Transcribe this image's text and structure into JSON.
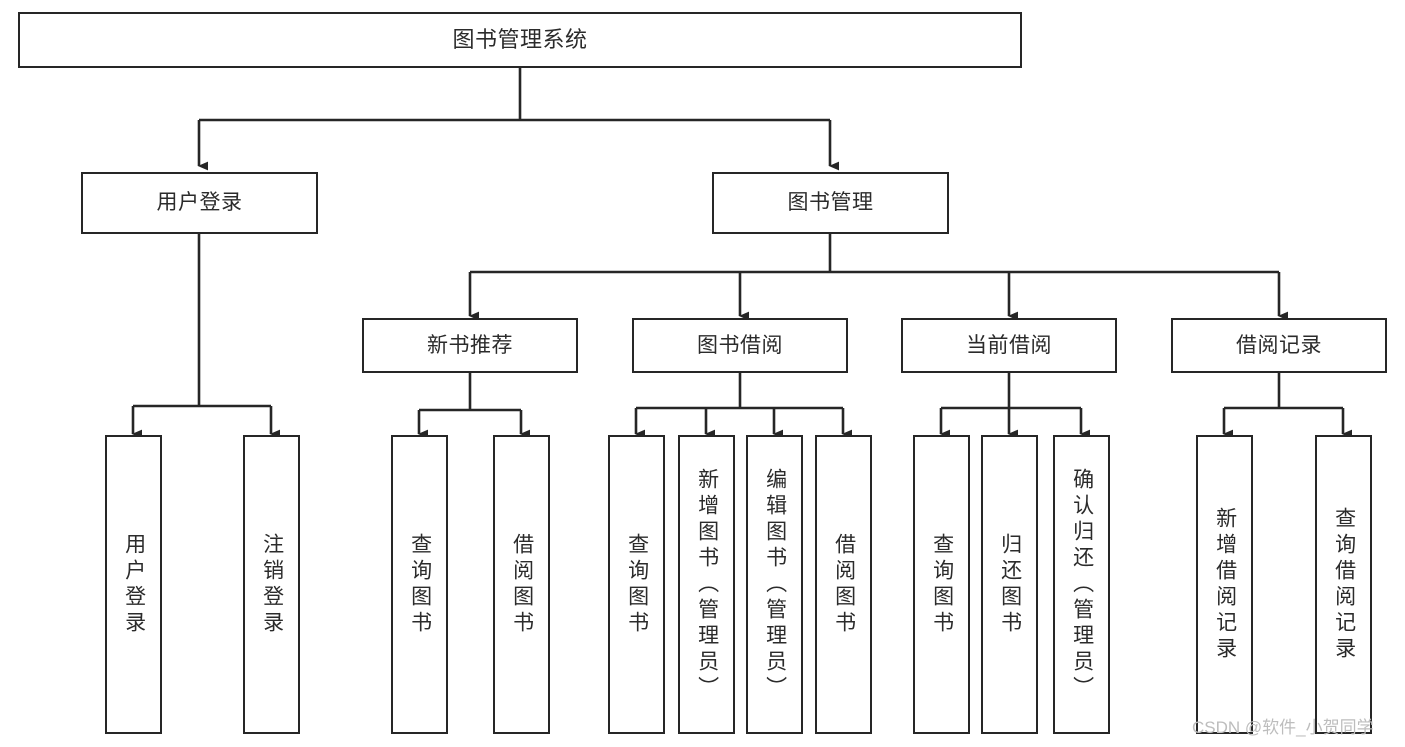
{
  "diagram": {
    "title": "图书管理系统",
    "watermark": "CSDN @软件_小贺同学",
    "colors": {
      "background": "#ffffff",
      "node_fill": "#ffffff",
      "node_border": "#262626",
      "edge": "#262626",
      "text": "#2b2b2b",
      "watermark": "#bdbdbd"
    },
    "nodes": {
      "root": {
        "label": "图书管理系统"
      },
      "level2": [
        {
          "id": "user-login",
          "label": "用户登录"
        },
        {
          "id": "book-manage",
          "label": "图书管理"
        }
      ],
      "level3": [
        {
          "id": "new-book-recommend",
          "label": "新书推荐"
        },
        {
          "id": "book-borrow",
          "label": "图书借阅"
        },
        {
          "id": "current-borrow",
          "label": "当前借阅"
        },
        {
          "id": "borrow-record",
          "label": "借阅记录"
        }
      ],
      "leaves": {
        "user_login": [
          {
            "id": "leaf-user-login",
            "label": "用户登录"
          },
          {
            "id": "leaf-logout-login",
            "label": "注销登录"
          }
        ],
        "new_book_recommend": [
          {
            "id": "leaf-query-book-1",
            "label": "查询图书"
          },
          {
            "id": "leaf-borrow-book-1",
            "label": "借阅图书"
          }
        ],
        "book_borrow": [
          {
            "id": "leaf-query-book-2",
            "label": "查询图书"
          },
          {
            "id": "leaf-add-book-admin",
            "label": "新增图书（管理员）"
          },
          {
            "id": "leaf-edit-book-admin",
            "label": "编辑图书（管理员）"
          },
          {
            "id": "leaf-borrow-book-2",
            "label": "借阅图书"
          }
        ],
        "current_borrow": [
          {
            "id": "leaf-query-book-3",
            "label": "查询图书"
          },
          {
            "id": "leaf-return-book",
            "label": "归还图书"
          },
          {
            "id": "leaf-confirm-return-admin",
            "label": "确认归还（管理员）"
          }
        ],
        "borrow_record": [
          {
            "id": "leaf-add-borrow-record",
            "label": "新增借阅记录"
          },
          {
            "id": "leaf-query-borrow-record",
            "label": "查询借阅记录"
          }
        ]
      }
    }
  }
}
